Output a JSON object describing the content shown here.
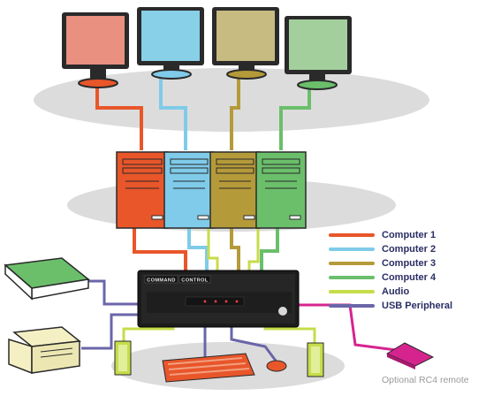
{
  "device": {
    "brand_left": "COMMAND",
    "brand_right": "CONTROL"
  },
  "legend": [
    {
      "label": "Computer 1",
      "color": "#e8562a"
    },
    {
      "label": "Computer 2",
      "color": "#7fcbe9"
    },
    {
      "label": "Computer 3",
      "color": "#b59a3a"
    },
    {
      "label": "Computer 4",
      "color": "#6bbf6b"
    },
    {
      "label": "Audio",
      "color": "#c7dc4a"
    },
    {
      "label": "USB Peripheral",
      "color": "#6a66a8"
    }
  ],
  "remote_caption": "Optional RC4 remote",
  "colors": {
    "computer1": "#e8562a",
    "computer2": "#7fcbe9",
    "computer3": "#b59a3a",
    "computer4": "#6bbf6b",
    "audio": "#c7dc4a",
    "usb": "#6a66a8",
    "remote_cable": "#d6248f",
    "platform": "#dcdcdc"
  }
}
